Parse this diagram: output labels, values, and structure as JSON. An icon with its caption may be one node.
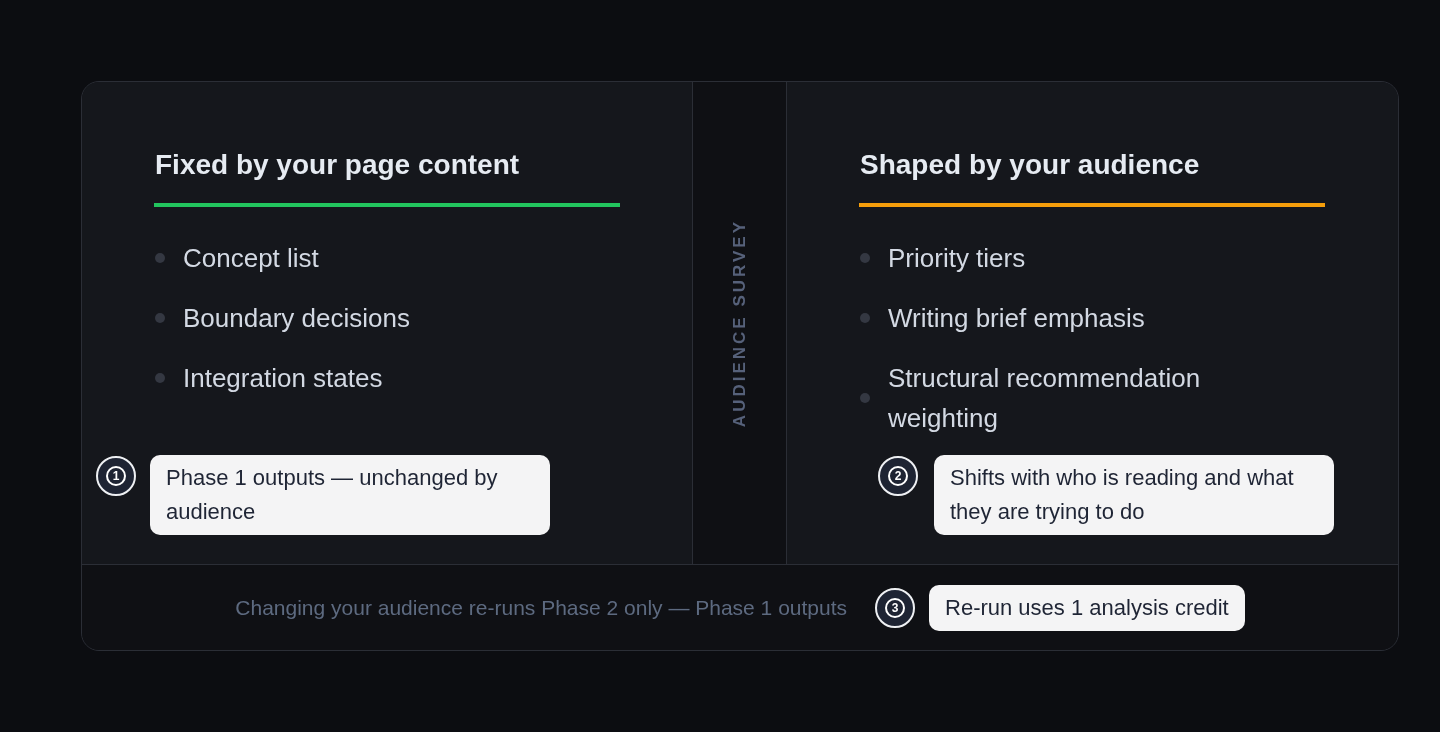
{
  "diagram": {
    "nodes": [
      {
        "text": [
          "Fixed by your page content",
          "Concept list",
          "Boundary decisions",
          "Integration states"
        ]
      },
      {
        "text": [
          "1"
        ],
        "in": 0
      },
      {
        "text": [
          "Phase 1 outputs — unchanged by audience"
        ],
        "in": 0
      },
      {
        "text": [
          "AUDIENCE SURVEY"
        ]
      },
      {
        "text": [
          "Shaped by your audience",
          "Priority tiers",
          "Writing brief emphasis",
          "Structural recommendation weighting"
        ]
      },
      {
        "text": [
          "2"
        ],
        "in": 4
      },
      {
        "text": [
          "Shifts with who is reading and what they are trying to do"
        ],
        "in": 4
      },
      {
        "text": [
          "Changing your audience re-runs Phase 2 only — Phase 1 outputs"
        ]
      },
      {
        "text": [
          "3"
        ],
        "in": 7
      },
      {
        "text": [
          "Re-run uses 1 analysis credit"
        ],
        "in": 7
      }
    ]
  }
}
